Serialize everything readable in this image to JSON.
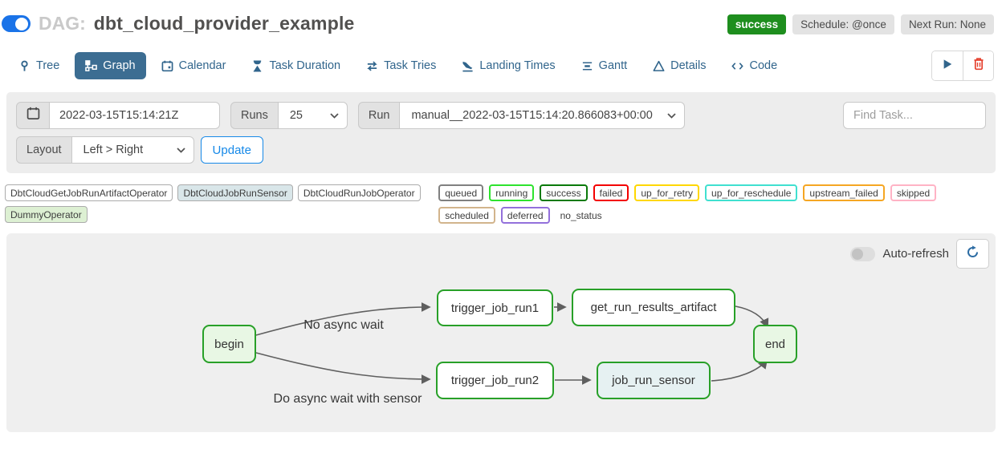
{
  "header": {
    "dag_toggle_on": true,
    "dag_prefix": "DAG:",
    "dag_name": "dbt_cloud_provider_example",
    "status_badge": "success",
    "schedule_badge": "Schedule: @once",
    "next_run_badge": "Next Run: None"
  },
  "tabs": [
    {
      "label": "Tree",
      "icon": "tree-icon",
      "active": false
    },
    {
      "label": "Graph",
      "icon": "graph-icon",
      "active": true
    },
    {
      "label": "Calendar",
      "icon": "calendar-icon",
      "active": false
    },
    {
      "label": "Task Duration",
      "icon": "hourglass-icon",
      "active": false
    },
    {
      "label": "Task Tries",
      "icon": "repeat-icon",
      "active": false
    },
    {
      "label": "Landing Times",
      "icon": "landing-icon",
      "active": false
    },
    {
      "label": "Gantt",
      "icon": "gantt-icon",
      "active": false
    },
    {
      "label": "Details",
      "icon": "details-icon",
      "active": false
    },
    {
      "label": "Code",
      "icon": "code-icon",
      "active": false
    }
  ],
  "actions": {
    "play": "trigger-dag",
    "delete": "delete-dag"
  },
  "filters": {
    "date_value": "2022-03-15T15:14:21Z",
    "runs_label": "Runs",
    "runs_value": "25",
    "run_label": "Run",
    "run_value": "manual__2022-03-15T15:14:20.866083+00:00",
    "find_task_placeholder": "Find Task...",
    "layout_label": "Layout",
    "layout_value": "Left > Right",
    "update_label": "Update"
  },
  "legend": {
    "operators": [
      {
        "label": "DbtCloudGetJobRunArtifactOperator",
        "color": "#ffffff"
      },
      {
        "label": "DbtCloudJobRunSensor",
        "color": "#e6f1f2"
      },
      {
        "label": "DbtCloudRunJobOperator",
        "color": "#ffffff"
      },
      {
        "label": "DummyOperator",
        "color": "#e8f7e4"
      }
    ],
    "states": [
      {
        "label": "queued",
        "color": "#808080"
      },
      {
        "label": "running",
        "color": "#2ee32e"
      },
      {
        "label": "success",
        "color": "#0a7a0a"
      },
      {
        "label": "failed",
        "color": "#f30000"
      },
      {
        "label": "up_for_retry",
        "color": "#ffd700"
      },
      {
        "label": "up_for_reschedule",
        "color": "#40e0d0"
      },
      {
        "label": "upstream_failed",
        "color": "#f5a623"
      },
      {
        "label": "skipped",
        "color": "#ffb3c5"
      },
      {
        "label": "scheduled",
        "color": "#d2b48c"
      },
      {
        "label": "deferred",
        "color": "#9370db"
      },
      {
        "label": "no_status",
        "color": "none"
      }
    ]
  },
  "graph": {
    "auto_refresh_label": "Auto-refresh",
    "auto_refresh_on": false,
    "edge_labels": [
      "No async wait",
      "Do async wait with sensor"
    ],
    "nodes": [
      {
        "id": "begin",
        "label": "begin",
        "operator": "DummyOperator",
        "state": "success"
      },
      {
        "id": "trigger_job_run1",
        "label": "trigger_job_run1",
        "operator": "DbtCloudRunJobOperator",
        "state": "success"
      },
      {
        "id": "get_run_results_artifact",
        "label": "get_run_results_artifact",
        "operator": "DbtCloudGetJobRunArtifactOperator",
        "state": "success"
      },
      {
        "id": "end",
        "label": "end",
        "operator": "DummyOperator",
        "state": "success"
      },
      {
        "id": "trigger_job_run2",
        "label": "trigger_job_run2",
        "operator": "DbtCloudRunJobOperator",
        "state": "success"
      },
      {
        "id": "job_run_sensor",
        "label": "job_run_sensor",
        "operator": "DbtCloudJobRunSensor",
        "state": "success"
      }
    ],
    "edges": [
      {
        "from": "begin",
        "to": "trigger_job_run1",
        "label": "No async wait"
      },
      {
        "from": "begin",
        "to": "trigger_job_run2",
        "label": "Do async wait with sensor"
      },
      {
        "from": "trigger_job_run1",
        "to": "get_run_results_artifact",
        "label": ""
      },
      {
        "from": "trigger_job_run2",
        "to": "job_run_sensor",
        "label": ""
      },
      {
        "from": "get_run_results_artifact",
        "to": "end",
        "label": ""
      },
      {
        "from": "job_run_sensor",
        "to": "end",
        "label": ""
      }
    ]
  },
  "colors": {
    "toggle_blue": "#1a73e8",
    "tab_text": "#31658c",
    "tab_active_bg": "#3c6d92",
    "success_badge_green": "#1e8e1e",
    "node_border_green": "#28a028",
    "dummy_fill": "#e8f7e4",
    "sensor_fill": "#e6f1f2",
    "graph_bg": "#efefef",
    "edge_gray": "#5f5f5f",
    "update_blue": "#1689e8",
    "trash_red": "#e5402e",
    "play_blue": "#31658c"
  }
}
